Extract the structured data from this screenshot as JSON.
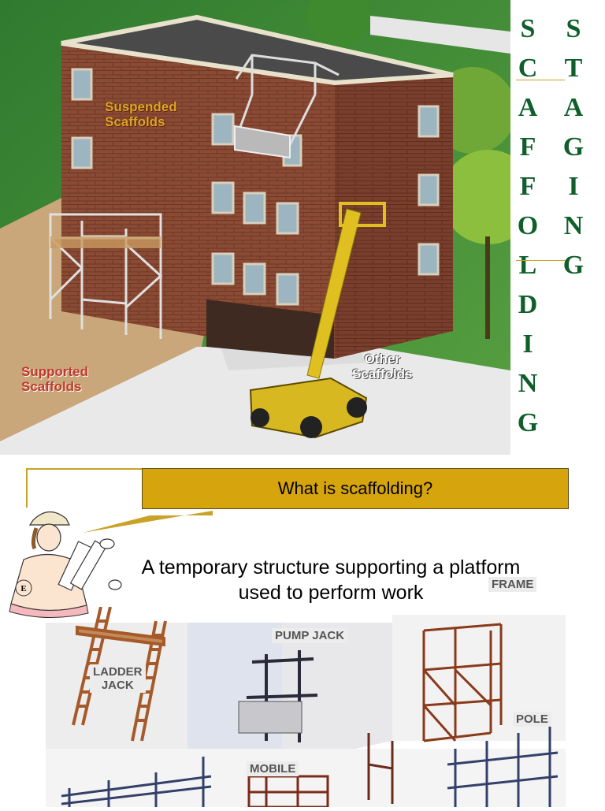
{
  "scene": {
    "labels": {
      "suspended": "Suspended\nScaffolds",
      "supported": "Supported\nScaffolds",
      "other": "Other\nScaffolds"
    }
  },
  "vertical_words": {
    "scaffolding": [
      "S",
      "C",
      "A",
      "F",
      "F",
      "O",
      "L",
      "D",
      "I",
      "N",
      "G"
    ],
    "staging": [
      "S",
      "T",
      "A",
      "G",
      "I",
      "N",
      "G"
    ]
  },
  "question": {
    "text": "What is scaffolding?"
  },
  "definition": {
    "text": "A temporary structure supporting a platform used to perform work"
  },
  "clipart": {
    "badge": "E"
  },
  "scaffold_types": {
    "frame": "FRAME",
    "pump_jack": "PUMP JACK",
    "ladder_jack": "LADDER\nJACK",
    "pole": "POLE",
    "mobile": "MOBILE"
  },
  "colors": {
    "vertical_text": "#0f5f2a",
    "banner_fill": "#d6a40c",
    "banner_line": "#c9a227",
    "brick": "#8a4a34"
  }
}
